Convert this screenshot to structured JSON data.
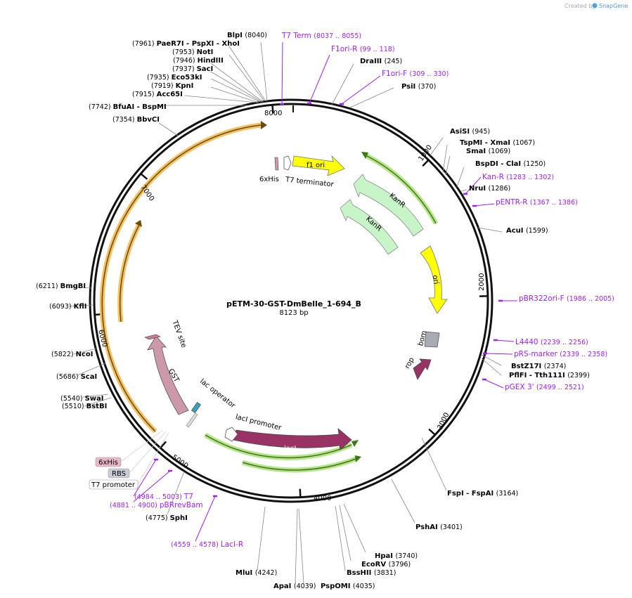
{
  "header": {
    "credit_prefix": "Created by",
    "credit_brand": "SnapGene"
  },
  "plasmid": {
    "name": "pETM-30-GST-DmBelle_1-694_B",
    "length_label": "8123 bp"
  },
  "sites": [
    {
      "name": "BlpI",
      "pos": "(8040)"
    },
    {
      "name": "PaeR7I - PspXI - XhoI",
      "pos": "(7961)"
    },
    {
      "name": "NotI",
      "pos": "(7953)"
    },
    {
      "name": "HindIII",
      "pos": "(7946)"
    },
    {
      "name": "SacI",
      "pos": "(7937)"
    },
    {
      "name": "Eco53kI",
      "pos": "(7935)"
    },
    {
      "name": "KpnI",
      "pos": "(7919)"
    },
    {
      "name": "Acc65I",
      "pos": "(7915)"
    },
    {
      "name": "BfuAI - BspMI",
      "pos": "(7742)"
    },
    {
      "name": "BbvCI",
      "pos": "(7354)"
    },
    {
      "name": "BmgBI",
      "pos": "(6211)"
    },
    {
      "name": "KflI",
      "pos": "(6093)"
    },
    {
      "name": "NcoI",
      "pos": "(5822)"
    },
    {
      "name": "ScaI",
      "pos": "(5686)"
    },
    {
      "name": "SwaI",
      "pos": "(5540)"
    },
    {
      "name": "BstBI",
      "pos": "(5510)"
    },
    {
      "name": "SphI",
      "pos": "(4775)"
    },
    {
      "name": "MluI",
      "pos": "(4242)"
    },
    {
      "name": "ApaI",
      "pos": "(4039)"
    },
    {
      "name": "PspOMI",
      "pos": "(4035)"
    },
    {
      "name": "BssHII",
      "pos": "(3831)"
    },
    {
      "name": "EcoRV",
      "pos": "(3796)"
    },
    {
      "name": "HpaI",
      "pos": "(3740)"
    },
    {
      "name": "PshAI",
      "pos": "(3401)"
    },
    {
      "name": "FspI - FspAI",
      "pos": "(3164)"
    },
    {
      "name": "BstZ17I",
      "pos": "(2374)"
    },
    {
      "name": "PflFI - Tth111I",
      "pos": "(2399)"
    },
    {
      "name": "AcuI",
      "pos": "(1599)"
    },
    {
      "name": "NruI",
      "pos": "(1286)"
    },
    {
      "name": "BspDI - ClaI",
      "pos": "(1250)"
    },
    {
      "name": "SmaI",
      "pos": "(1069)"
    },
    {
      "name": "TspMI - XmaI",
      "pos": "(1067)"
    },
    {
      "name": "AsiSI",
      "pos": "(945)"
    },
    {
      "name": "PsiI",
      "pos": "(370)"
    },
    {
      "name": "DraIII",
      "pos": "(245)"
    }
  ],
  "primers": [
    {
      "name": "T7 Term",
      "range": "(8037 .. 8055)"
    },
    {
      "name": "F1ori-R",
      "range": "(99 .. 118)"
    },
    {
      "name": "F1ori-F",
      "range": "(309 .. 330)"
    },
    {
      "name": "Kan-R",
      "range": "(1283 .. 1302)"
    },
    {
      "name": "pENTR-R",
      "range": "(1367 .. 1386)"
    },
    {
      "name": "pBR322ori-F",
      "range": "(1986 .. 2005)"
    },
    {
      "name": "L4440",
      "range": "(2239 .. 2256)"
    },
    {
      "name": "pRS-marker",
      "range": "(2339 .. 2358)"
    },
    {
      "name": "pGEX 3'",
      "range": "(2499 .. 2521)"
    },
    {
      "name": "T7",
      "range": "(4984 .. 5003)"
    },
    {
      "name": "pBRrevBam",
      "range": "(4881 .. 4900)"
    },
    {
      "name": "LacI-R",
      "range": "(4559 .. 4578)"
    }
  ],
  "features": [
    {
      "name": "f1 ori"
    },
    {
      "name": "KanR"
    },
    {
      "name": "KanR"
    },
    {
      "name": "ori"
    },
    {
      "name": "bom"
    },
    {
      "name": "rop"
    },
    {
      "name": "lacI"
    },
    {
      "name": "lacI promoter"
    },
    {
      "name": "lac operator"
    },
    {
      "name": "GST"
    },
    {
      "name": "TEV site"
    },
    {
      "name": "6xHis"
    },
    {
      "name": "T7 terminator"
    }
  ],
  "boxes": [
    {
      "name": "6xHis"
    },
    {
      "name": "RBS"
    },
    {
      "name": "T7 promoter"
    }
  ],
  "ticks": [
    "1000",
    "2000",
    "3000",
    "4000",
    "5000",
    "6000",
    "7000",
    "8000"
  ],
  "colors": {
    "primer": "#a020f0",
    "ori": "#ffff00",
    "kanr": "#c8f5c8",
    "laci": "#993366",
    "gst": "#cc99aa",
    "orange_track": "#f5c060",
    "green_track": "#7fc040"
  }
}
